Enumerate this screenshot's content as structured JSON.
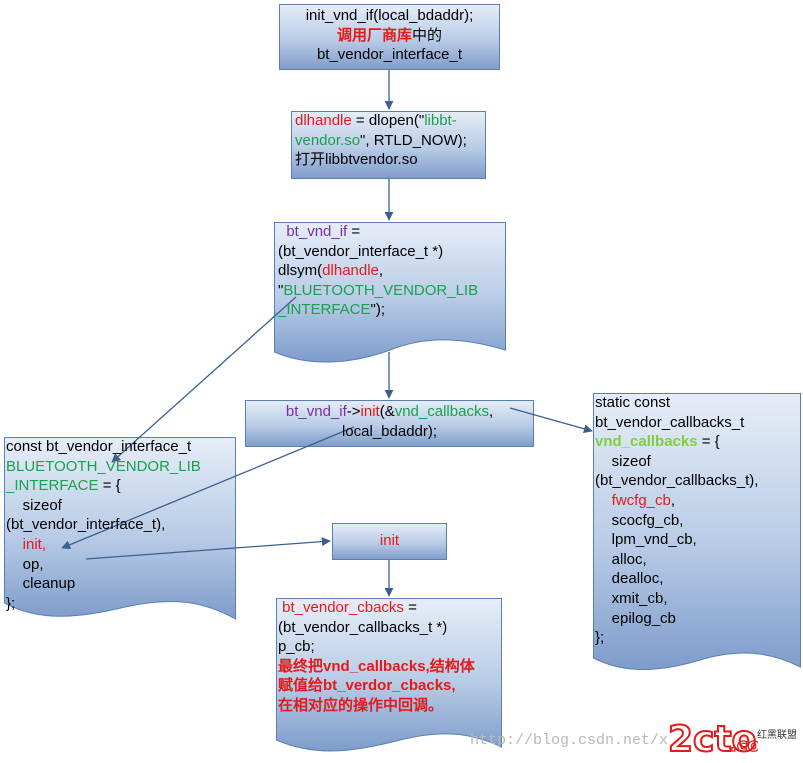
{
  "nodes": {
    "init_vnd_if": {
      "lines": [
        [
          {
            "text": "init_vnd_if(local_bdaddr);"
          }
        ],
        [
          {
            "text": "调用厂商库",
            "color": "rb"
          },
          {
            "text": "中的"
          }
        ],
        [
          {
            "text": "bt_vendor_interface_t"
          }
        ]
      ]
    },
    "dlopen": {
      "lines": [
        [
          {
            "text": "dlhandle",
            "color": "r"
          },
          {
            "text": " = dlopen(\""
          },
          {
            "text": "libbt-",
            "color": "g"
          }
        ],
        [
          {
            "text": "vendor.so",
            "color": "g"
          },
          {
            "text": "\", RTLD_NOW);"
          }
        ],
        [
          {
            "text": "打开libbtvendor.so"
          }
        ]
      ]
    },
    "dlsym": {
      "lines": [
        [
          {
            "text": "  "
          },
          {
            "text": "bt_vnd_if",
            "color": "p"
          },
          {
            "text": " ="
          }
        ],
        [
          {
            "text": "(bt_vendor_interface_t *)"
          }
        ],
        [
          {
            "text": "dlsym("
          },
          {
            "text": "dlhandle",
            "color": "r"
          },
          {
            "text": ","
          }
        ],
        [
          {
            "text": "\""
          },
          {
            "text": "BLUETOOTH_VENDOR_LIB",
            "color": "g"
          }
        ],
        [
          {
            "text": "_INTERFACE",
            "color": "g"
          },
          {
            "text": "\");"
          }
        ]
      ]
    },
    "init_call": {
      "lines": [
        [
          {
            "text": "bt_vnd_if",
            "color": "p"
          },
          {
            "text": "->"
          },
          {
            "text": "init",
            "color": "r"
          },
          {
            "text": "(&"
          },
          {
            "text": "vnd_callbacks",
            "color": "g"
          },
          {
            "text": ","
          }
        ],
        [
          {
            "text": "local_bdaddr);"
          }
        ]
      ]
    },
    "interface_struct": {
      "lines": [
        [
          {
            "text": "const bt_vendor_interface_t"
          }
        ],
        [
          {
            "text": "BLUETOOTH_VENDOR_LIB",
            "color": "g"
          }
        ],
        [
          {
            "text": "_INTERFACE",
            "color": "g"
          },
          {
            "text": " = {"
          }
        ],
        [
          {
            "text": "    sizeof"
          }
        ],
        [
          {
            "text": "(bt_vendor_interface_t),"
          }
        ],
        [
          {
            "text": "    "
          },
          {
            "text": "init,",
            "color": "r"
          }
        ],
        [
          {
            "text": "    op,"
          }
        ],
        [
          {
            "text": "    cleanup"
          }
        ],
        [
          {
            "text": "};"
          }
        ]
      ]
    },
    "callbacks_struct": {
      "lines": [
        [
          {
            "text": "static const"
          }
        ],
        [
          {
            "text": "bt_vendor_callbacks_t"
          }
        ],
        [
          {
            "text": "vnd_callbacks",
            "color": "gb"
          },
          {
            "text": " = {"
          }
        ],
        [
          {
            "text": "    sizeof"
          }
        ],
        [
          {
            "text": "(bt_vendor_callbacks_t),"
          }
        ],
        [
          {
            "text": "    "
          },
          {
            "text": "fwcfg_cb",
            "color": "r"
          },
          {
            "text": ","
          }
        ],
        [
          {
            "text": "    scocfg_cb,"
          }
        ],
        [
          {
            "text": "    lpm_vnd_cb,"
          }
        ],
        [
          {
            "text": "    alloc,"
          }
        ],
        [
          {
            "text": "    dealloc,"
          }
        ],
        [
          {
            "text": "    xmit_cb,"
          }
        ],
        [
          {
            "text": "    epilog_cb"
          }
        ],
        [
          {
            "text": "};"
          }
        ]
      ]
    },
    "init_box": {
      "lines": [
        [
          {
            "text": "init",
            "color": "r"
          }
        ]
      ]
    },
    "cbacks_assign": {
      "lines": [
        [
          {
            "text": " "
          },
          {
            "text": "bt_vendor_cbacks",
            "color": "r"
          },
          {
            "text": " ="
          }
        ],
        [
          {
            "text": "(bt_vendor_callbacks_t *)"
          }
        ],
        [
          {
            "text": "p_cb;"
          }
        ],
        [
          {
            "text": "最终把vnd_callbacks,结构体",
            "color": "rb"
          }
        ],
        [
          {
            "text": "赋值给bt_verdor_cbacks,",
            "color": "rb"
          }
        ],
        [
          {
            "text": "在相对应的操作中回调。",
            "color": "rb"
          }
        ]
      ]
    }
  },
  "colors": {
    "node_fill_top": "#dfe8f5",
    "node_fill_bottom": "#7a9ac8",
    "node_border": "#5a7fb3",
    "arrow": "#3b5f91",
    "red": "#e41a1a",
    "green": "#18a24a",
    "purple": "#7b2ea4"
  },
  "watermark": {
    "url": "http://blog.csdn.net/x",
    "logo": "2cto",
    "logo_suffix": ".com",
    "logo_caption": "红黑联盟"
  }
}
